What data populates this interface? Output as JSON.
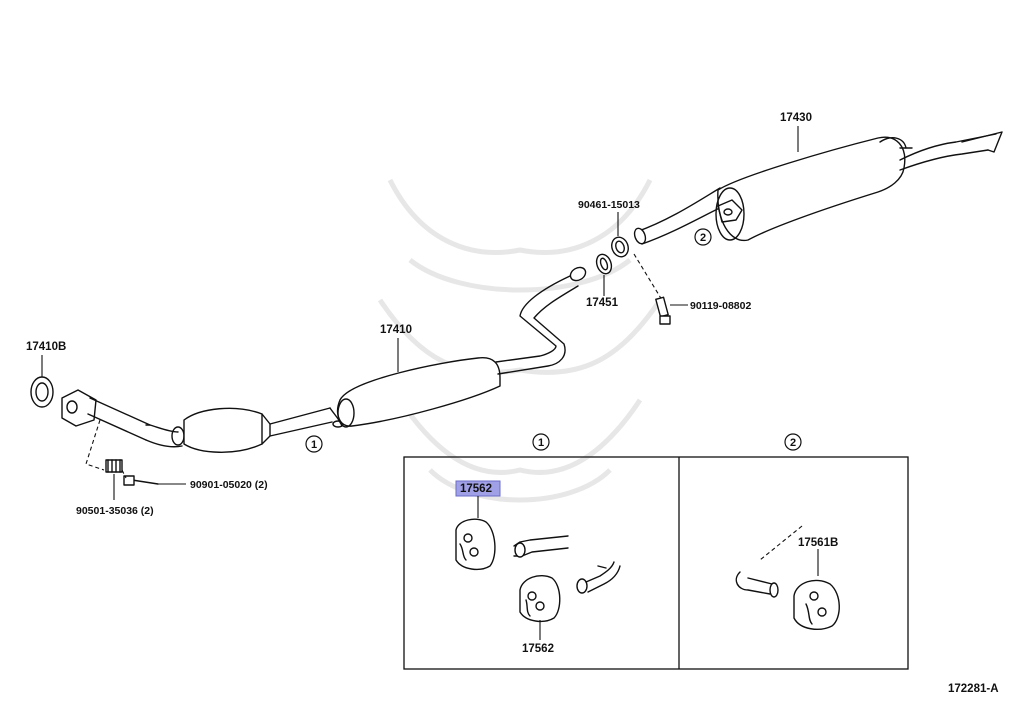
{
  "diagram": {
    "parts": {
      "p17410B": "17410B",
      "p17410": "17410",
      "p17430": "17430",
      "p17451": "17451",
      "p90461": "90461-15013",
      "p90119": "90119-08802",
      "p90901": "90901-05020 (2)",
      "p90501": "90501-35036 (2)",
      "p17562_hl": "17562",
      "p17562": "17562",
      "p17561B": "17561B"
    },
    "callouts": {
      "c1": "1",
      "c2": "2"
    },
    "diagram_id": "172281-A",
    "highlight_color": "#9fa0e6"
  }
}
